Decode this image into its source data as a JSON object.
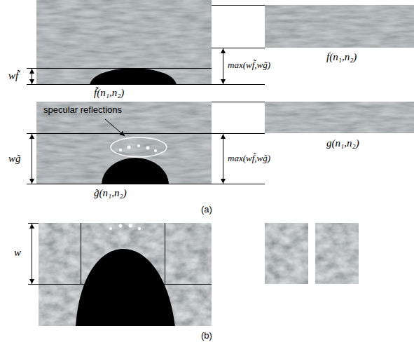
{
  "diagram": {
    "labels": [
      "wf̃",
      "max(wf̃,wg̃)",
      "f(n₁,n₂)",
      "f̃(n₁,n₂)",
      "specular reflections",
      "wg̃",
      "max(wf̃,wg̃)",
      "g(n₁,n₂)",
      "g̃(n₁,n₂)",
      "(a)",
      "w",
      "(b)"
    ]
  }
}
